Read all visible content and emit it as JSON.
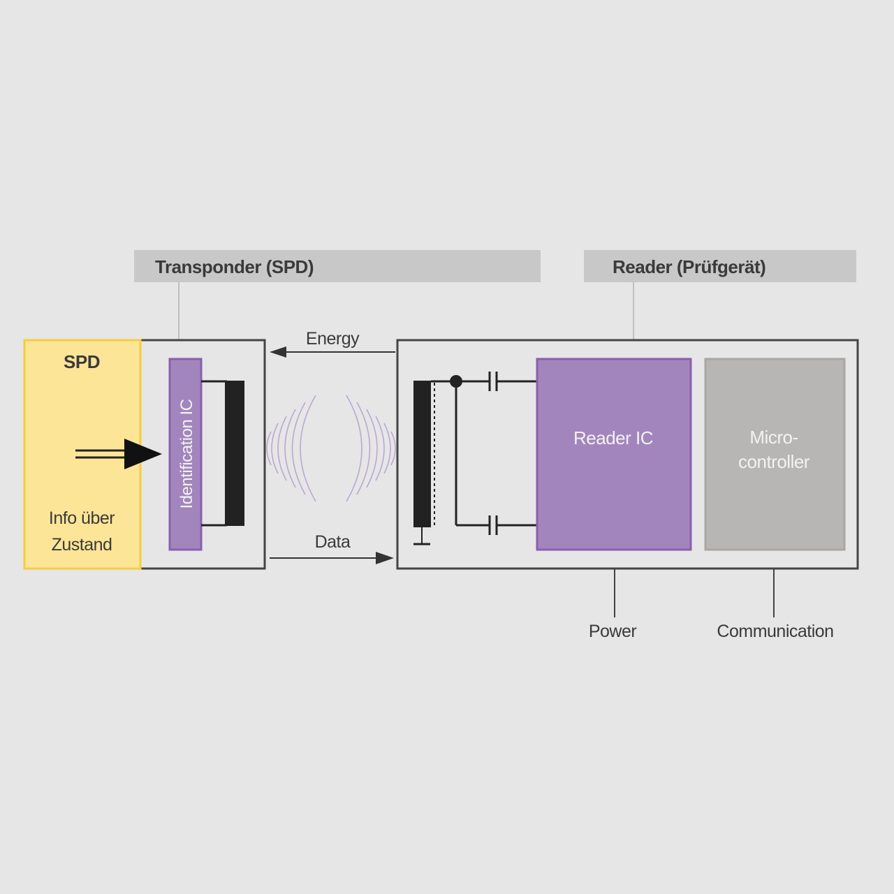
{
  "headers": {
    "transponder": "Transponder (SPD)",
    "reader": "Reader (Prüfgerät)"
  },
  "spd": {
    "title": "SPD",
    "info_line1": "Info über",
    "info_line2": "Zustand"
  },
  "transponder": {
    "ic_label": "Identification IC"
  },
  "signals": {
    "energy": "Energy",
    "data": "Data"
  },
  "reader": {
    "ic_label": "Reader IC",
    "micro_line1": "Micro-",
    "micro_line2": "controller"
  },
  "footer": {
    "power": "Power",
    "communication": "Communication"
  },
  "colors": {
    "background": "#e6e6e6",
    "header_bar": "#c8c8c8",
    "spd_fill": "#fde597",
    "spd_border": "#f3cd3f",
    "purple": "#a385bd",
    "purple_border": "#8a5fae",
    "grey_block": "#b8b6b4",
    "wave": "#b6a1cf"
  }
}
